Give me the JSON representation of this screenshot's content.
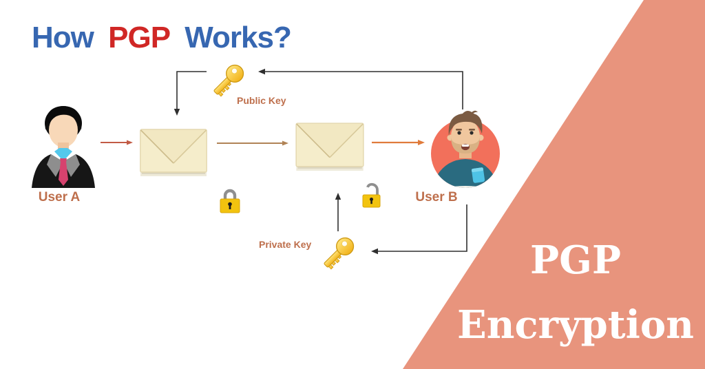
{
  "title": {
    "word1": "How",
    "word2": "PGP",
    "word3": "Works?"
  },
  "banner": {
    "line1": "PGP",
    "line2": "Encryption"
  },
  "labels": {
    "user_a": "User A",
    "user_b": "User B",
    "public_key": "Public Key",
    "private_key": "Private Key"
  },
  "icons": {
    "user_a_avatar": "man-in-suit-avatar",
    "user_b_avatar": "bearded-man-avatar",
    "envelope_1": "sealed-envelope",
    "envelope_2": "sealed-envelope",
    "public_key": "gold-key",
    "private_key": "gold-key",
    "lock_closed": "closed-padlock",
    "lock_open": "open-padlock"
  },
  "colors": {
    "title_blue": "#3767B1",
    "title_red": "#D02725",
    "label_brown": "#BE6F4C",
    "banner_bg": "#E8947D",
    "banner_text": "#FFFFFF",
    "arrow_red": "#C25B45",
    "arrow_tan": "#B08355",
    "arrow_orange": "#E07B3B",
    "line_black": "#2F2F2F",
    "key_gold": "#F5BE1E",
    "lock_gold": "#F2C30F",
    "envelope_cream": "#F5EDCB",
    "avatar_b_bg": "#F2705B"
  }
}
